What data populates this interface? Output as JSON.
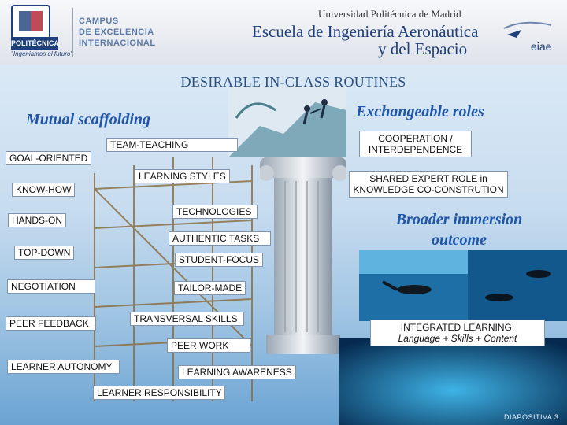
{
  "header": {
    "poli_badge": "POLITÉCNICA",
    "poli_slogan": "\"Ingeniamos el futuro\"",
    "campus_lines": [
      "CAMPUS",
      "DE EXCELENCIA",
      "INTERNACIONAL"
    ],
    "university": "Universidad Politécnica de Madrid",
    "school_line1": "Escuela de Ingeniería Aeronáutica",
    "school_line2": "y del Espacio",
    "eiae_logo": "eiae"
  },
  "title": "DESIRABLE IN-CLASS ROUTINES",
  "headings": {
    "mutual_scaffolding": "Mutual scaffolding",
    "exchangeable_roles": "Exchangeable roles",
    "broader_immersion": "Broader immersion outcome"
  },
  "left_boxes": {
    "goal_oriented": "GOAL-ORIENTED",
    "know_how": "KNOW-HOW",
    "hands_on": "HANDS-ON",
    "top_down": "TOP-DOWN",
    "negotiation": "NEGOTIATION",
    "peer_feedback": "PEER FEEDBACK",
    "learner_autonomy": "LEARNER AUTONOMY"
  },
  "middle_boxes": {
    "team_teaching": "TEAM-TEACHING",
    "learning_styles": "LEARNING STYLES",
    "technologies": "TECHNOLOGIES",
    "authentic_tasks": "AUTHENTIC TASKS",
    "student_focus": "STUDENT-FOCUS",
    "tailor_made": "TAILOR-MADE",
    "transversal_skills": "TRANSVERSAL SKILLS",
    "peer_work": "PEER WORK",
    "learning_awareness": "LEARNING AWARENESS",
    "learner_responsibility": "LEARNER RESPONSIBILITY"
  },
  "right_boxes": {
    "cooperation_l1": "COOPERATION /",
    "cooperation_l2": "INTERDEPENDENCE",
    "shared_l1": "SHARED EXPERT ROLE in",
    "shared_l2": "KNOWLEDGE CO-CONSTRUTION",
    "integrated_l1": "INTEGRATED LEARNING:",
    "integrated_l2": "Language + Skills + Content"
  },
  "footer": {
    "slide_label": "DIAPOSITIVA 3"
  },
  "colors": {
    "brand_blue": "#1d3f7a",
    "heading_blue": "#1f56a8",
    "title_blue": "#2a4f7f"
  }
}
